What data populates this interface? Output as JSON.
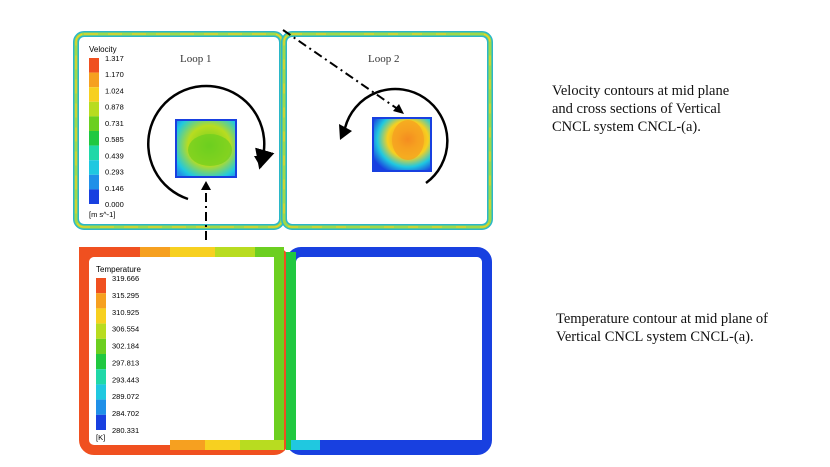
{
  "velocity_panel": {
    "legend": {
      "title": "Velocity",
      "units": "[m s^-1]",
      "ticks": [
        "1.317",
        "1.170",
        "1.024",
        "0.878",
        "0.731",
        "0.585",
        "0.439",
        "0.293",
        "0.146",
        "0.000"
      ],
      "colors": [
        "#f05020",
        "#f6a020",
        "#f7d020",
        "#b8dc20",
        "#6ccf20",
        "#20c840",
        "#20d8a8",
        "#20c8e0",
        "#2090e8",
        "#1840e0"
      ]
    },
    "loops": [
      {
        "label": "Loop 1",
        "rotation": "clockwise"
      },
      {
        "label": "Loop 2",
        "rotation": "counter-clockwise"
      }
    ]
  },
  "temperature_panel": {
    "legend": {
      "title": "Temperature",
      "units": "[K]",
      "ticks": [
        "319.666",
        "315.295",
        "310.925",
        "306.554",
        "302.184",
        "297.813",
        "293.443",
        "289.072",
        "284.702",
        "280.331"
      ],
      "colors": [
        "#f05020",
        "#f6a020",
        "#f7d020",
        "#b8dc20",
        "#6ccf20",
        "#20c840",
        "#20d8a8",
        "#20c8e0",
        "#2090e8",
        "#1840e0"
      ]
    }
  },
  "captions": {
    "velocity": [
      "Velocity contours at mid plane",
      "and cross sections of Vertical",
      "CNCL system CNCL-(a)."
    ],
    "temperature": [
      "Temperature contour at mid plane of",
      "Vertical CNCL system CNCL-(a)."
    ]
  }
}
